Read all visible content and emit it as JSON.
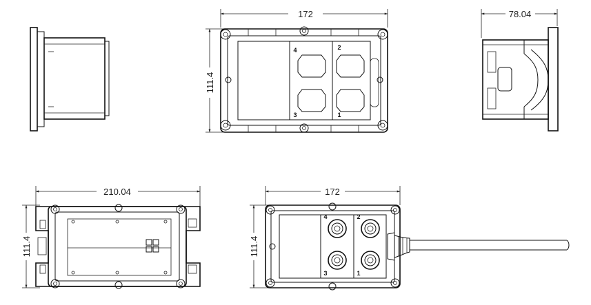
{
  "dimensions": {
    "top_view_width": "172",
    "top_view_height": "111.4",
    "side_view_depth": "78.04",
    "bottom_view_width": "210.04",
    "bottom_view_height": "111.4",
    "cable_view_width": "172",
    "cable_view_height": "111.4"
  },
  "port_numbers": [
    "1",
    "2",
    "3",
    "4"
  ]
}
